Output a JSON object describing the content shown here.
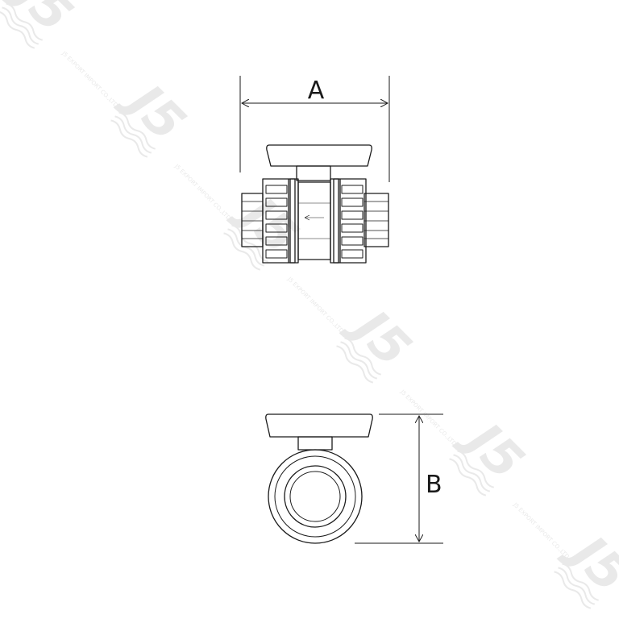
{
  "diagram": {
    "dimension_a_label": "A",
    "dimension_b_label": "B"
  },
  "watermark": {
    "logo_text": "J5",
    "caption": "J5 EXPORT IMPORT CO.,LTD",
    "color": "#e9e9e9"
  },
  "colors": {
    "line": "#1a1a1a",
    "background": "#ffffff"
  }
}
